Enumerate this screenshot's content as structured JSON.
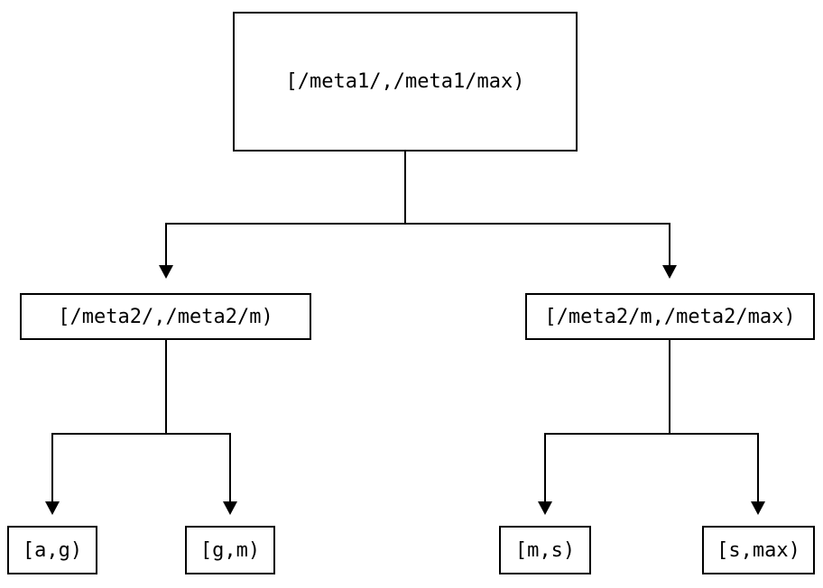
{
  "diagram": {
    "type": "tree",
    "background_color": "#ffffff",
    "line_color": "#000000",
    "nodes": {
      "root": {
        "label": "[/meta1/,/meta1/max)"
      },
      "left_mid": {
        "label": "[/meta2/,/meta2/m)"
      },
      "right_mid": {
        "label": "[/meta2/m,/meta2/max)"
      },
      "leaf_ag": {
        "label": "[a,g)"
      },
      "leaf_gm": {
        "label": "[g,m)"
      },
      "leaf_ms": {
        "label": "[m,s)"
      },
      "leaf_smax": {
        "label": "[s,max)"
      }
    },
    "edges": [
      {
        "from": "root",
        "to": "left_mid"
      },
      {
        "from": "root",
        "to": "right_mid"
      },
      {
        "from": "left_mid",
        "to": "leaf_ag"
      },
      {
        "from": "left_mid",
        "to": "leaf_gm"
      },
      {
        "from": "right_mid",
        "to": "leaf_ms"
      },
      {
        "from": "right_mid",
        "to": "leaf_smax"
      }
    ]
  }
}
